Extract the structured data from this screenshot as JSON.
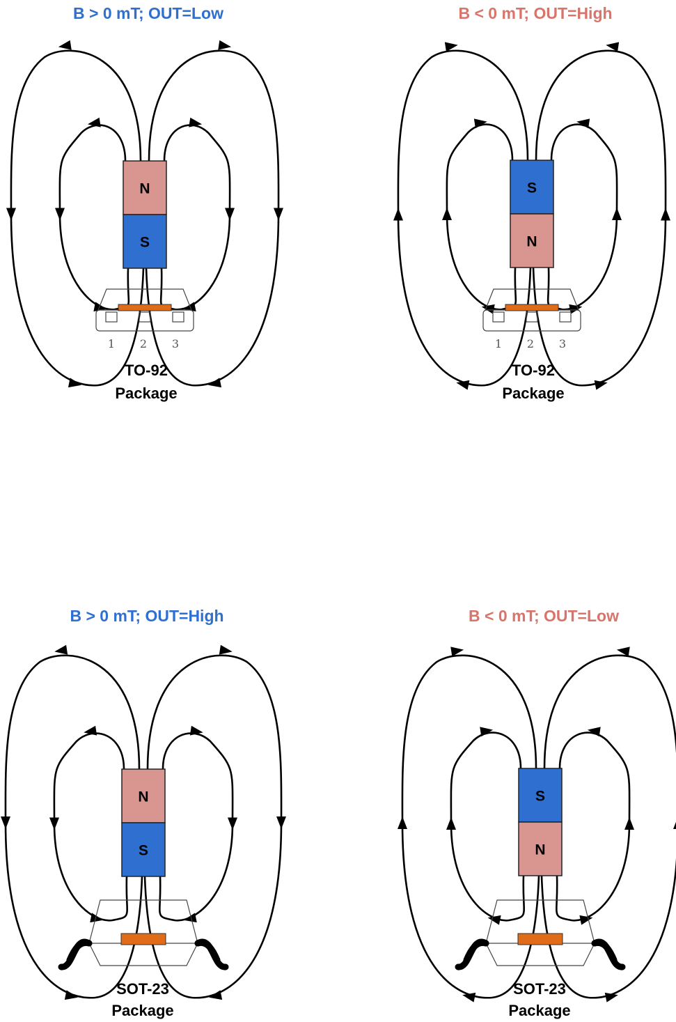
{
  "colors": {
    "north": "#d9958f",
    "south": "#2f6fd0",
    "sensor": "#e06b18",
    "title_positive": "#2f6fd0",
    "title_negative": "#d9746b",
    "line": "#000000"
  },
  "panels": [
    {
      "title": "B > 0 mT; OUT=Low",
      "title_color": "title_positive",
      "top_pole": "N",
      "bottom_pole": "S",
      "field_direction": "N-to-S",
      "package": "TO-92",
      "package_line1": "TO-92",
      "package_line2": "Package",
      "pins": [
        "1",
        "2",
        "3"
      ]
    },
    {
      "title": "B < 0 mT; OUT=High",
      "title_color": "title_negative",
      "top_pole": "S",
      "bottom_pole": "N",
      "field_direction": "reverse",
      "package": "TO-92",
      "package_line1": "TO-92",
      "package_line2": "Package",
      "pins": [
        "1",
        "2",
        "3"
      ]
    },
    {
      "title": "B > 0 mT; OUT=High",
      "title_color": "title_positive",
      "top_pole": "N",
      "bottom_pole": "S",
      "field_direction": "N-to-S",
      "package": "SOT-23",
      "package_line1": "SOT-23",
      "package_line2": "Package",
      "pins": []
    },
    {
      "title": "B < 0 mT; OUT=Low",
      "title_color": "title_negative",
      "top_pole": "S",
      "bottom_pole": "N",
      "field_direction": "reverse",
      "package": "SOT-23",
      "package_line1": "SOT-23",
      "package_line2": "Package",
      "pins": []
    }
  ]
}
